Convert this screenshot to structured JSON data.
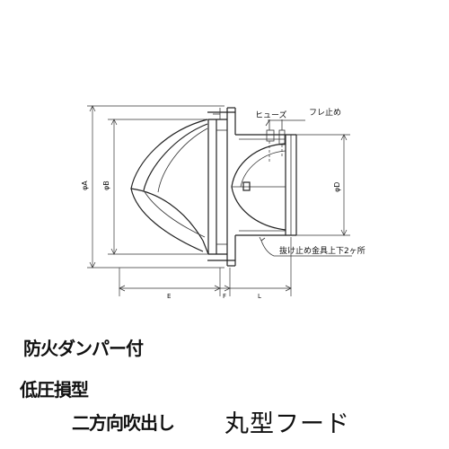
{
  "diagram": {
    "labels": {
      "fuse": "ヒューズ",
      "anti_rattle": "フレ止め",
      "retainer": "抜け止め金具上下2ヶ所",
      "dim_A": "φA",
      "dim_B": "φB",
      "dim_D": "φD",
      "dim_E": "E",
      "dim_F": "F",
      "dim_L": "L"
    }
  },
  "captions": {
    "line1": "防火ダンパー付",
    "line2": "低圧損型",
    "line3": "二方向吹出し",
    "line4": "丸型フード"
  }
}
